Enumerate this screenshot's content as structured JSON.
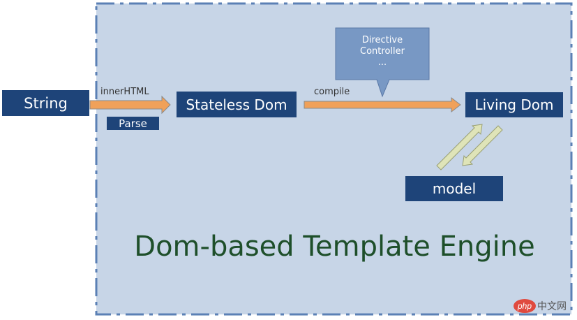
{
  "nodes": {
    "string": "String",
    "stateless_dom": "Stateless Dom",
    "living_dom": "Living Dom",
    "model": "model",
    "parse": "Parse"
  },
  "edges": {
    "inner_html": "innerHTML",
    "compile": "compile"
  },
  "callout": {
    "line1": "Directive",
    "line2": "Controller",
    "line3": "..."
  },
  "title": "Dom-based Template Engine",
  "watermark": "php中文网",
  "colors": {
    "panel_fill": "#c7d5e7",
    "panel_border": "#5b80b5",
    "node_fill": "#1e4479",
    "arrow_fill": "#f0a15a",
    "callout_fill": "#7898c4",
    "sync_arrow_fill": "#dfe4b8",
    "title_color": "#1e4f2a"
  }
}
